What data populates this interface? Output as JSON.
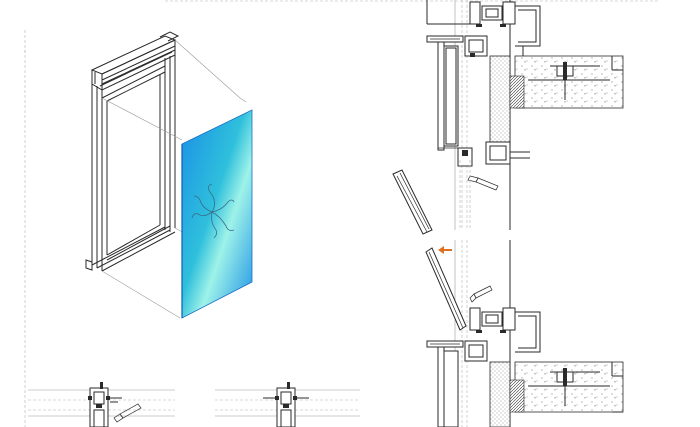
{
  "drawing": {
    "colors": {
      "line": "#2a2a2a",
      "glass_light": "#9ef2e8",
      "glass_mid": "#2fc0dc",
      "glass_dark": "#1a8fe6",
      "marker_orange": "#e07020",
      "background": "#ffffff"
    },
    "views": [
      "isometric-vent-frame",
      "glass-panel",
      "horizontal-section-left",
      "horizontal-section-right",
      "vertical-section-closed",
      "vertical-section-open"
    ],
    "icons": [
      "arrow-icon",
      "screwdriver-icon",
      "anchor-bolt-icon",
      "glass-crack-icon"
    ]
  }
}
